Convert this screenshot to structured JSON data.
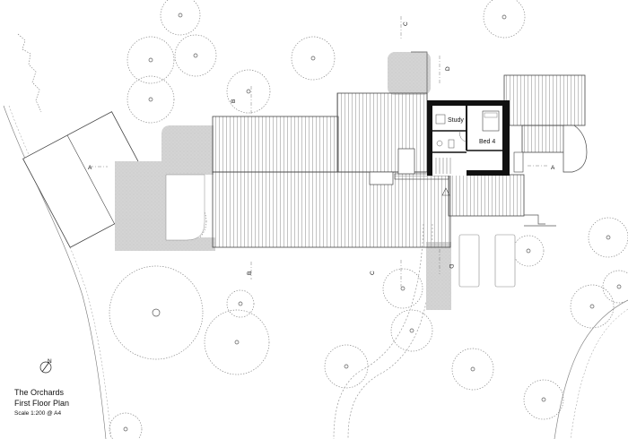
{
  "title": {
    "project": "The Orchards",
    "drawing": "First Floor Plan",
    "scale": "Scale 1:200 @ A4"
  },
  "north_label": "N",
  "rooms": {
    "study": "Study",
    "bed4": "Bed 4"
  },
  "section_marks": {
    "a_left": "A",
    "a_right": "A",
    "b_top": "B",
    "b_bottom": "B",
    "c_top": "C",
    "c_bottom": "C",
    "d_top": "D",
    "d_bottom": "D"
  }
}
